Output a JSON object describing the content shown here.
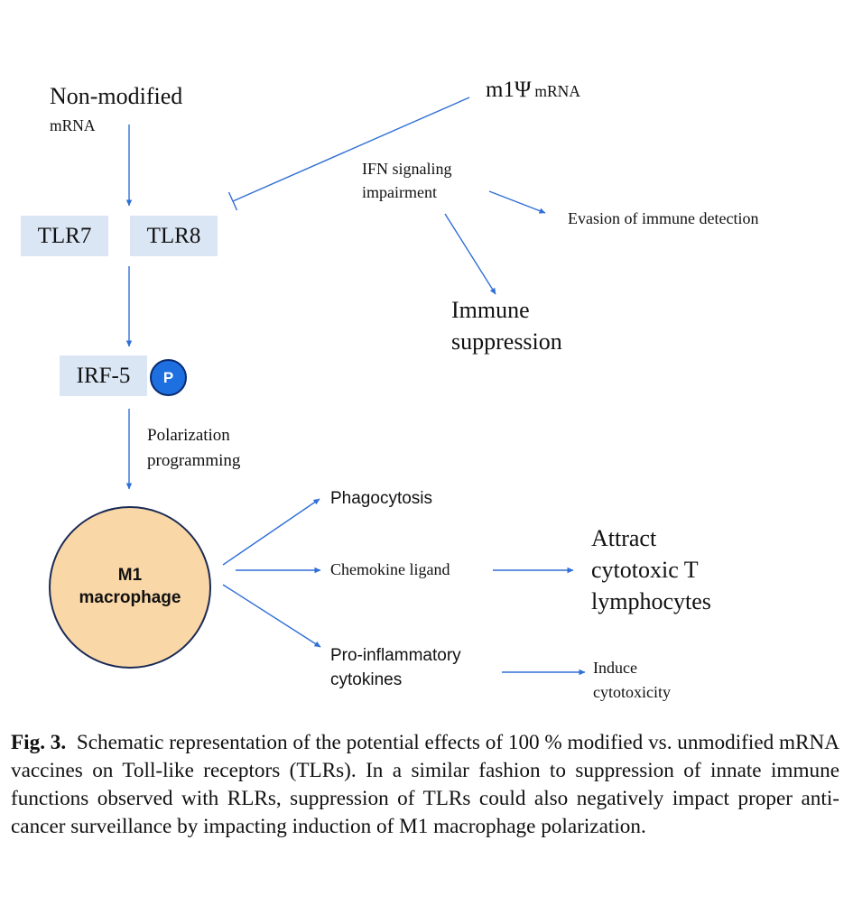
{
  "colors": {
    "arrow": "#2f6fd6",
    "receptor_box": "#dbe6f5",
    "macrophage_fill": "#fad7a7",
    "macrophage_stroke": "#1a2a55",
    "phospho_fill": "#1e6fe0"
  },
  "nodes": {
    "non_modified_title": "Non-modified",
    "non_modified_sub": "mRNA",
    "m1psi_main": "m1Ψ",
    "m1psi_sub": "mRNA",
    "tlr7": "TLR7",
    "tlr8": "TLR8",
    "ifn_line1": "IFN signaling",
    "ifn_line2": "impairment",
    "evasion": "Evasion of immune detection",
    "immune_line1": "Immune",
    "immune_line2": "suppression",
    "irf5": "IRF-5",
    "phospho": "P",
    "polarization_line1": "Polarization",
    "polarization_line2": "programming",
    "m1_line1": "M1",
    "m1_line2": "macrophage",
    "phagocytosis": "Phagocytosis",
    "chemokine": "Chemokine ligand",
    "attract_line1": "Attract",
    "attract_line2": "cytotoxic T",
    "attract_line3": "lymphocytes",
    "proinflam_line1": "Pro-inflammatory",
    "proinflam_line2": "cytokines",
    "induce_line1": "Induce",
    "induce_line2": "cytotoxicity"
  },
  "caption": {
    "label": "Fig. 3.",
    "text": "Schematic representation of the potential effects of 100 % modified vs. unmodified mRNA vaccines on Toll-like receptors (TLRs). In a similar fashion to suppression of innate immune functions observed with RLRs, suppression of TLRs could also negatively impact proper anti-cancer surveillance by impacting induction of M1 macrophage polarization."
  }
}
